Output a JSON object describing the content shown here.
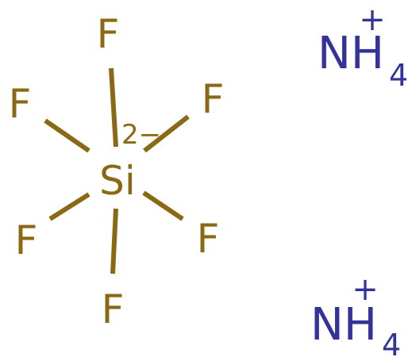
{
  "molecule": {
    "central_atom": {
      "label": "Si",
      "charge": "2−"
    },
    "fluorine_label": "F",
    "fluorines": [
      {
        "id": "top",
        "label": "F"
      },
      {
        "id": "upper-left",
        "label": "F"
      },
      {
        "id": "upper-right",
        "label": "F"
      },
      {
        "id": "lower-left",
        "label": "F"
      },
      {
        "id": "lower-right",
        "label": "F"
      },
      {
        "id": "bottom",
        "label": "F"
      }
    ],
    "counter_ions": [
      {
        "id": "ammonium-1",
        "base": "NH",
        "subscript": "4",
        "charge": "+"
      },
      {
        "id": "ammonium-2",
        "base": "NH",
        "subscript": "4",
        "charge": "+"
      }
    ]
  },
  "colors": {
    "silicon_fluorine": "#8B6914",
    "nitrogen": "#333399",
    "background": "#ffffff"
  }
}
